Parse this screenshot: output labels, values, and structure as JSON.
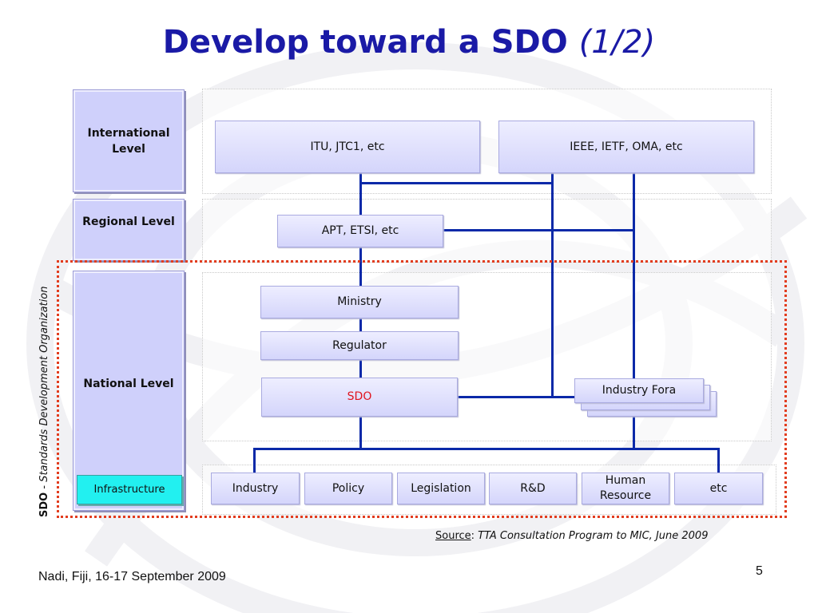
{
  "title": {
    "main": "Develop toward a SDO",
    "sub": "(1/2)"
  },
  "levels": {
    "international": "International Level",
    "regional": "Regional Level",
    "national": "National Level",
    "infrastructure": "Infrastructure"
  },
  "international_bodies": [
    "ITU, JTC1, etc",
    "IEEE, IETF, OMA, etc"
  ],
  "regional_body": "APT, ETSI, etc",
  "national_bodies": {
    "ministry": "Ministry",
    "regulator": "Regulator",
    "sdo": "SDO"
  },
  "industry_fora": "Industry Fora",
  "infrastructure_items": [
    "Industry",
    "Policy",
    "Legislation",
    "R&D",
    "Human Resource",
    "etc"
  ],
  "side_label": {
    "abbr": "SDO",
    "separator": " - ",
    "full": "Standards Development Organization"
  },
  "source": {
    "label": "Source",
    "colon": ": ",
    "text": "TTA Consultation Program to MIC, June 2009"
  },
  "footer": "Nadi, Fiji, 16-17 September 2009",
  "page_number": "5",
  "colors": {
    "title": "#1a1aa6",
    "lines": "#0b29a8",
    "sdo_text": "#e0141e",
    "dotted_border": "#e23c1e",
    "infrastructure": "#22f0f0",
    "box_fill": "#d4d5fb"
  }
}
